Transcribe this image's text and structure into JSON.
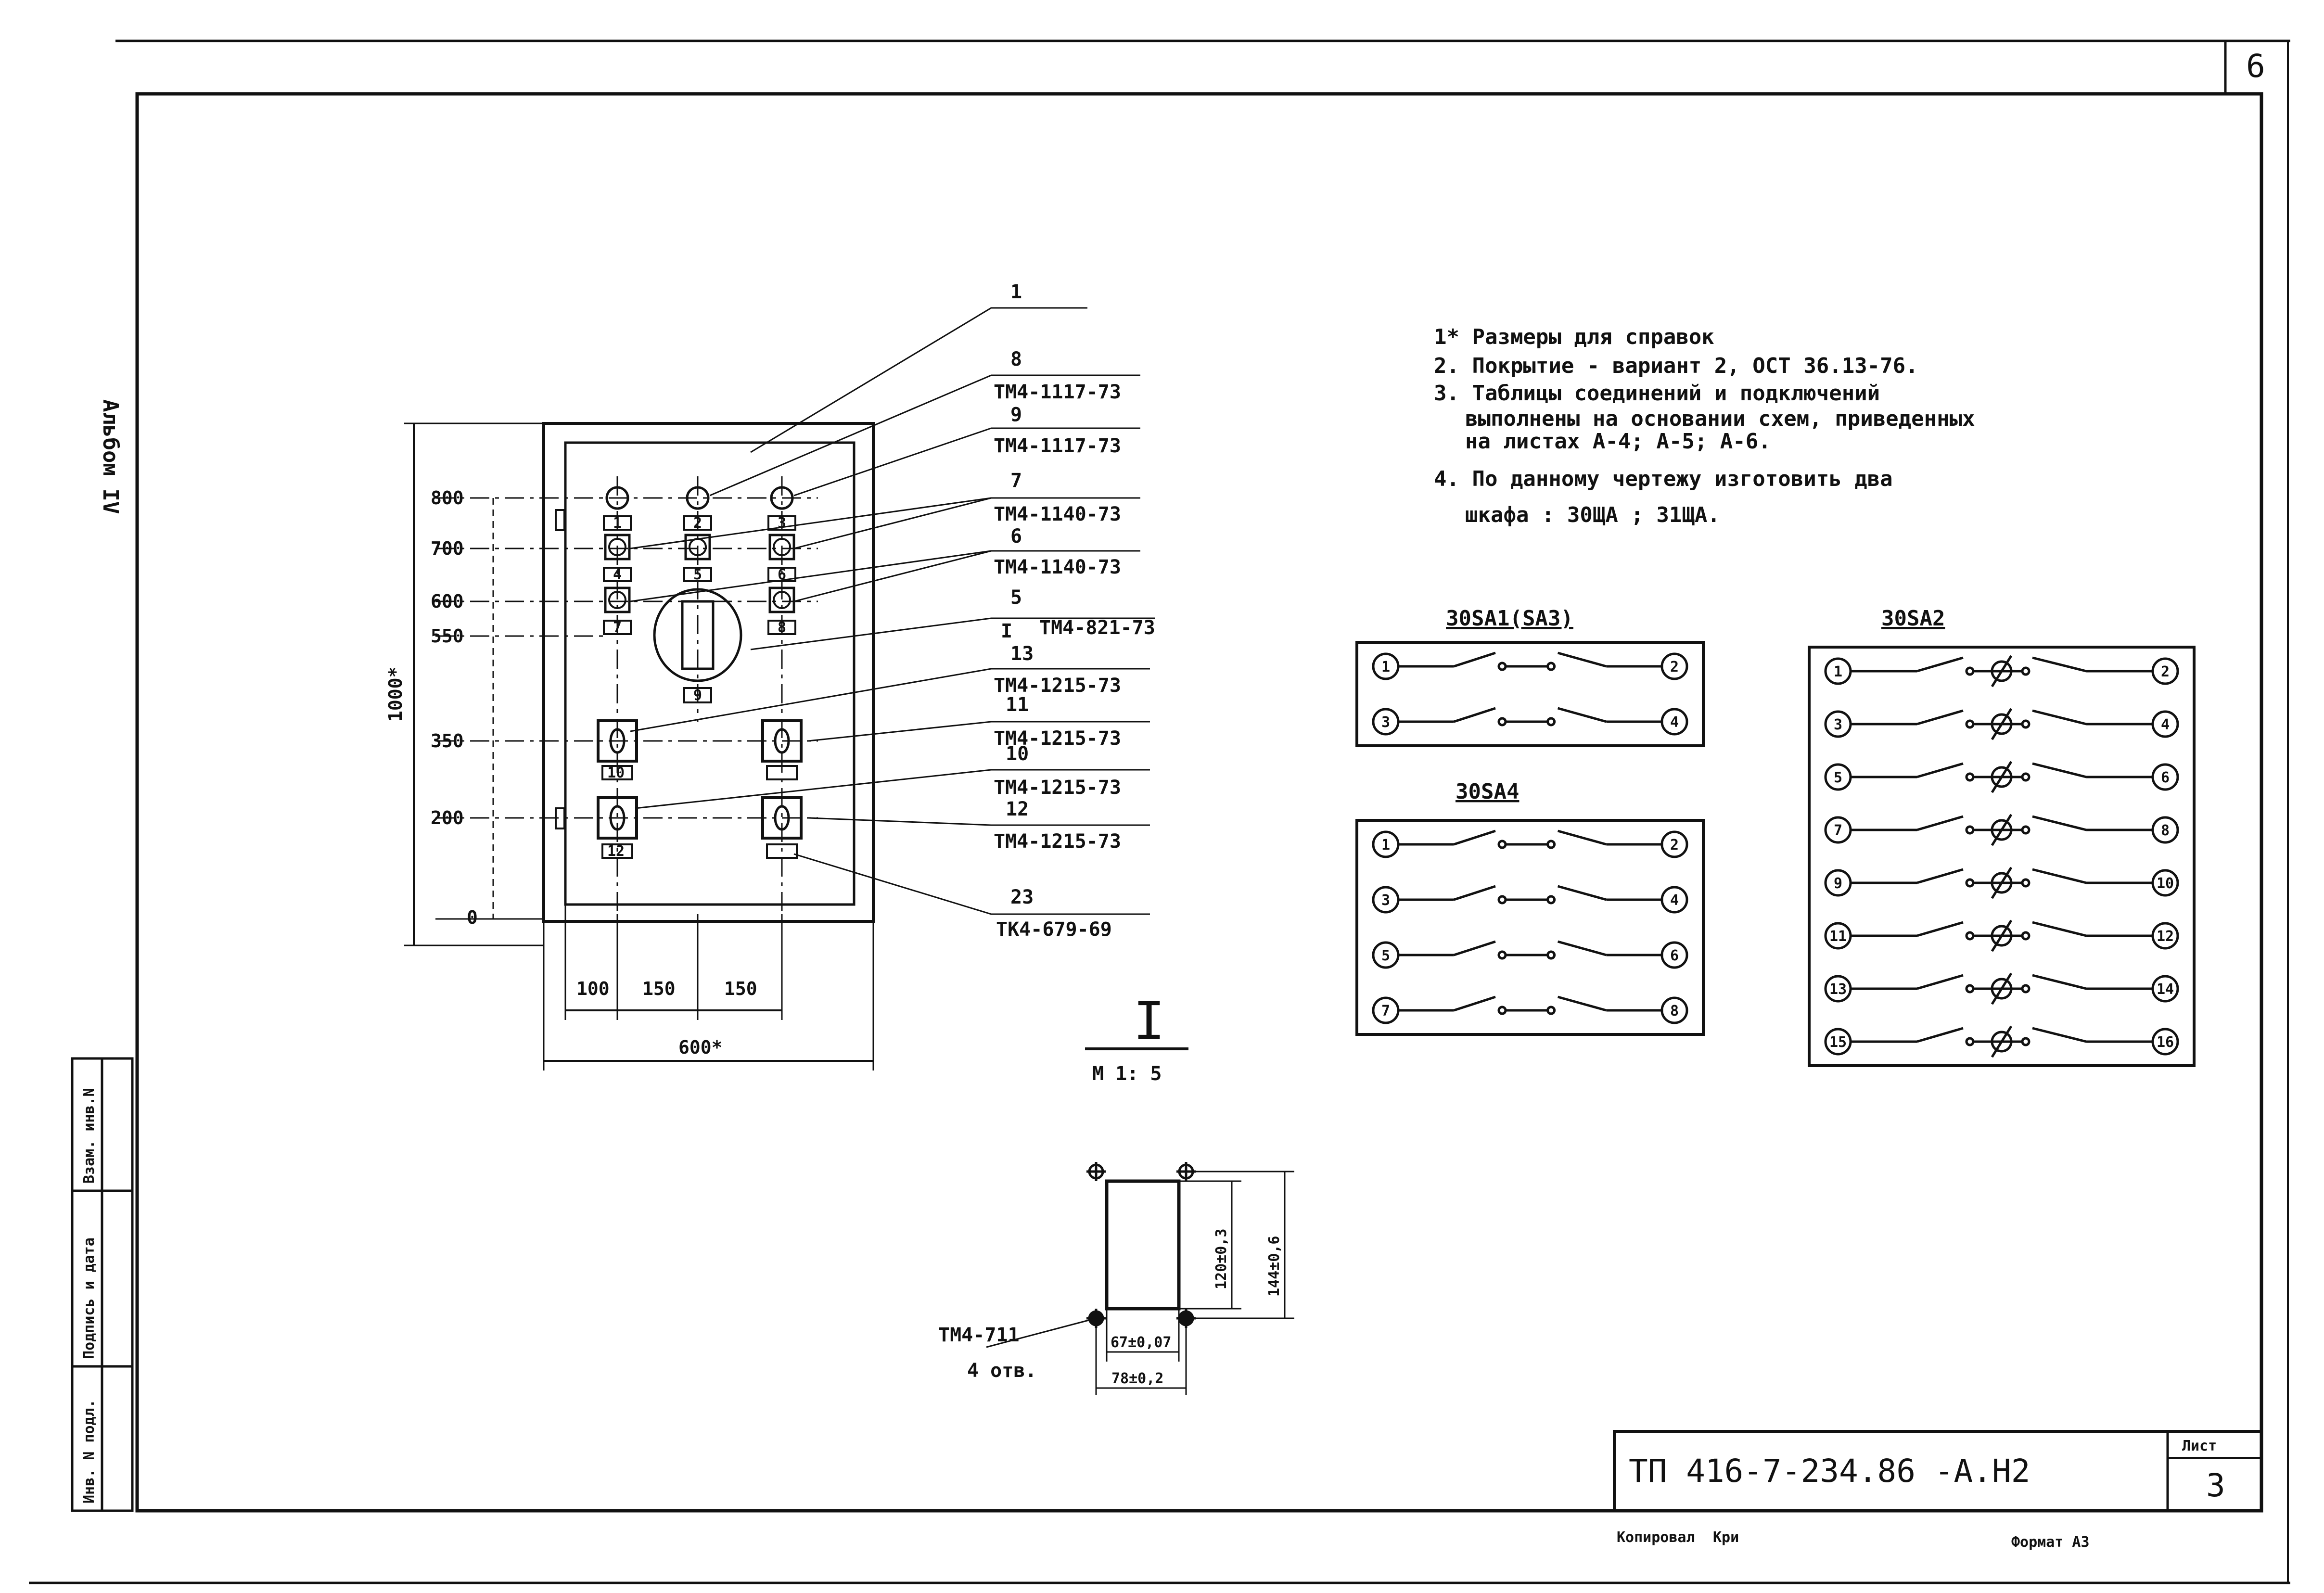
{
  "sheet": {
    "corner_number": "6",
    "side_label": "Альбом IV",
    "stamp_columns": [
      "Инв. N подл.",
      "Подпись и дата",
      "Взам. инв.N"
    ],
    "copied_label": "Копировал",
    "copied_sign": "Кри",
    "format_label": "Формат А3"
  },
  "title_block": {
    "code": "ТП 416-7-234.86 -А.Н2",
    "sheet_label": "Лист",
    "sheet_number": "3"
  },
  "notes": [
    "1* Размеры для справок",
    "2. Покрытие - вариант 2, ОСТ 36.13-76.",
    "3. Таблицы соединений и подключений",
    "выполнены на основании схем, приведенных",
    "на листах А-4; А-5; А-6.",
    "4. По данному чертежу изготовить два",
    "шкафа : 30ЩА ; 31ЩА."
  ],
  "panel": {
    "height_dim": "1000*",
    "width_dim": "600*",
    "y_levels": [
      "800",
      "700",
      "600",
      "550",
      "350",
      "200",
      "0"
    ],
    "x_dims": [
      "100",
      "150",
      "150"
    ],
    "callouts": [
      {
        "no": "1",
        "code": ""
      },
      {
        "no": "8",
        "code": "ТМ4-1117-73"
      },
      {
        "no": "9",
        "code": "ТМ4-1117-73"
      },
      {
        "no": "7",
        "code": "ТМ4-1140-73"
      },
      {
        "no": "6",
        "code": "ТМ4-1140-73"
      },
      {
        "no": "5",
        "code": ""
      },
      {
        "no": "I",
        "code": "ТМ4-821-73"
      },
      {
        "no": "13",
        "code": "ТМ4-1215-73"
      },
      {
        "no": "11",
        "code": "ТМ4-1215-73"
      },
      {
        "no": "10",
        "code": "ТМ4-1215-73"
      },
      {
        "no": "12",
        "code": "ТМ4-1215-73"
      },
      {
        "no": "23",
        "code": "ТК4-679-69"
      }
    ],
    "tags": [
      "1",
      "2",
      "3",
      "4",
      "5",
      "6",
      "7",
      "8",
      "9",
      "10",
      "12"
    ]
  },
  "detail": {
    "title": "I",
    "scale": "М 1: 5",
    "hole_ref": "ТМ4-711",
    "hole_count": "4 отв.",
    "dim_inner_h": "120±0,3",
    "dim_outer_h": "144±0,6",
    "dim_inner_w": "67±0,07",
    "dim_outer_w": "78±0,2"
  },
  "switches": [
    {
      "title": "30SA1(SA3)",
      "terminals": [
        [
          "1",
          "2"
        ],
        [
          "3",
          "4"
        ]
      ]
    },
    {
      "title": "30SA4",
      "terminals": [
        [
          "1",
          "2"
        ],
        [
          "3",
          "4"
        ],
        [
          "5",
          "6"
        ],
        [
          "7",
          "8"
        ]
      ]
    },
    {
      "title": "30SA2",
      "terminals": [
        [
          "1",
          "2"
        ],
        [
          "3",
          "4"
        ],
        [
          "5",
          "6"
        ],
        [
          "7",
          "8"
        ],
        [
          "9",
          "10"
        ],
        [
          "11",
          "12"
        ],
        [
          "13",
          "14"
        ],
        [
          "15",
          "16"
        ]
      ]
    }
  ]
}
